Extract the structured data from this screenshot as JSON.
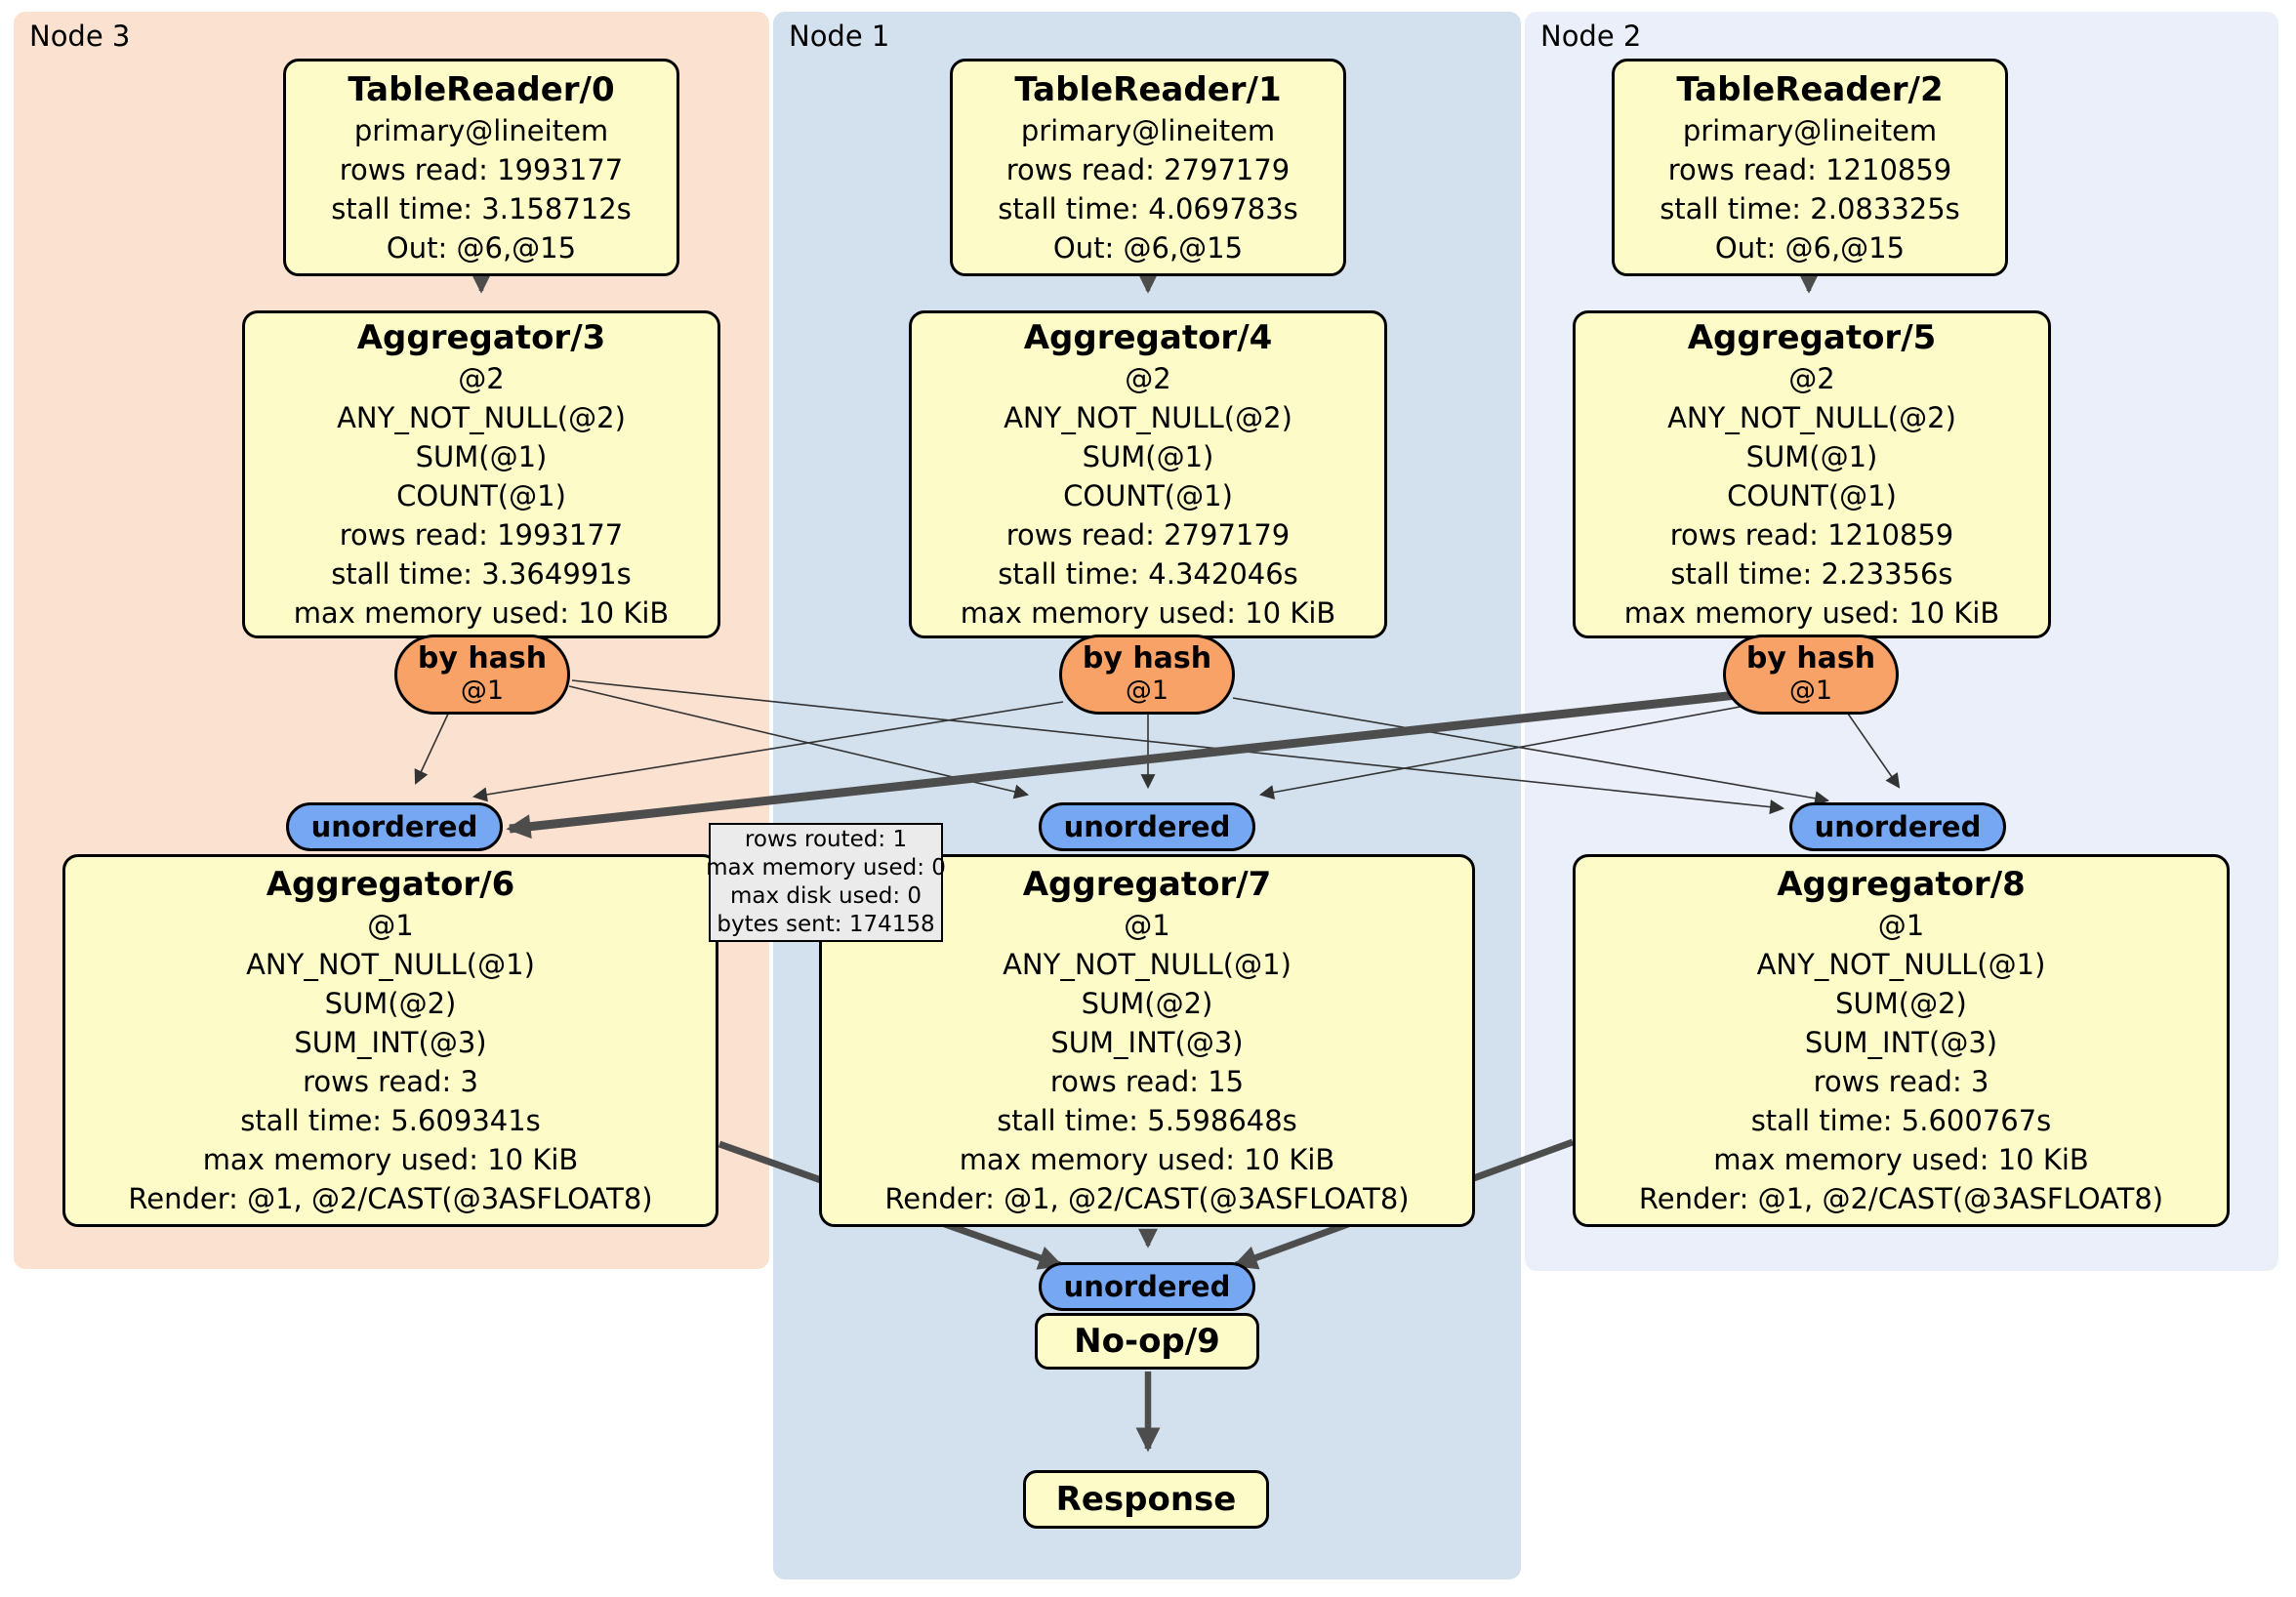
{
  "regions": [
    {
      "label": "Node 3"
    },
    {
      "label": "Node 1"
    },
    {
      "label": "Node 2"
    }
  ],
  "boxes": {
    "tr0": {
      "title": "TableReader/0",
      "lines": [
        "primary@lineitem",
        "rows read: 1993177",
        "stall time: 3.158712s",
        "Out: @6,@15"
      ]
    },
    "tr1": {
      "title": "TableReader/1",
      "lines": [
        "primary@lineitem",
        "rows read: 2797179",
        "stall time: 4.069783s",
        "Out: @6,@15"
      ]
    },
    "tr2": {
      "title": "TableReader/2",
      "lines": [
        "primary@lineitem",
        "rows read: 1210859",
        "stall time: 2.083325s",
        "Out: @6,@15"
      ]
    },
    "agg3": {
      "title": "Aggregator/3",
      "lines": [
        "@2",
        "ANY_NOT_NULL(@2)",
        "SUM(@1)",
        "COUNT(@1)",
        "rows read: 1993177",
        "stall time: 3.364991s",
        "max memory used: 10 KiB"
      ]
    },
    "agg4": {
      "title": "Aggregator/4",
      "lines": [
        "@2",
        "ANY_NOT_NULL(@2)",
        "SUM(@1)",
        "COUNT(@1)",
        "rows read: 2797179",
        "stall time: 4.342046s",
        "max memory used: 10 KiB"
      ]
    },
    "agg5": {
      "title": "Aggregator/5",
      "lines": [
        "@2",
        "ANY_NOT_NULL(@2)",
        "SUM(@1)",
        "COUNT(@1)",
        "rows read: 1210859",
        "stall time: 2.23356s",
        "max memory used: 10 KiB"
      ]
    },
    "agg6": {
      "title": "Aggregator/6",
      "lines": [
        "@1",
        "ANY_NOT_NULL(@1)",
        "SUM(@2)",
        "SUM_INT(@3)",
        "rows read: 3",
        "stall time: 5.609341s",
        "max memory used: 10 KiB",
        "Render: @1, @2/CAST(@3ASFLOAT8)"
      ]
    },
    "agg7": {
      "title": "Aggregator/7",
      "lines": [
        "@1",
        "ANY_NOT_NULL(@1)",
        "SUM(@2)",
        "SUM_INT(@3)",
        "rows read: 15",
        "stall time: 5.598648s",
        "max memory used: 10 KiB",
        "Render: @1, @2/CAST(@3ASFLOAT8)"
      ]
    },
    "agg8": {
      "title": "Aggregator/8",
      "lines": [
        "@1",
        "ANY_NOT_NULL(@1)",
        "SUM(@2)",
        "SUM_INT(@3)",
        "rows read: 3",
        "stall time: 5.600767s",
        "max memory used: 10 KiB",
        "Render: @1, @2/CAST(@3ASFLOAT8)"
      ]
    },
    "noop": {
      "title": "No-op/9"
    },
    "response": {
      "title": "Response"
    }
  },
  "routers": [
    {
      "label": "by hash",
      "sub": "@1"
    },
    {
      "label": "by hash",
      "sub": "@1"
    },
    {
      "label": "by hash",
      "sub": "@1"
    }
  ],
  "streams": [
    {
      "label": "unordered"
    },
    {
      "label": "unordered"
    },
    {
      "label": "unordered"
    },
    {
      "label": "unordered"
    }
  ],
  "tooltip": {
    "lines": [
      "rows routed: 1",
      "max memory used: 0",
      "max disk used: 0",
      "bytes sent: 174158"
    ]
  },
  "colors": {
    "node3_bg": "#fbe1cf",
    "node1_bg": "#d3e1ee",
    "node2_bg": "#eaeffa",
    "box_fill": "#fdfcc8",
    "box_border": "#000000",
    "router_fill": "#f9a268",
    "stream_fill": "#76a7f3",
    "tooltip_bg": "#ebebeb",
    "edge_thin": "#333333",
    "edge_thick": "#4d4d4d"
  }
}
